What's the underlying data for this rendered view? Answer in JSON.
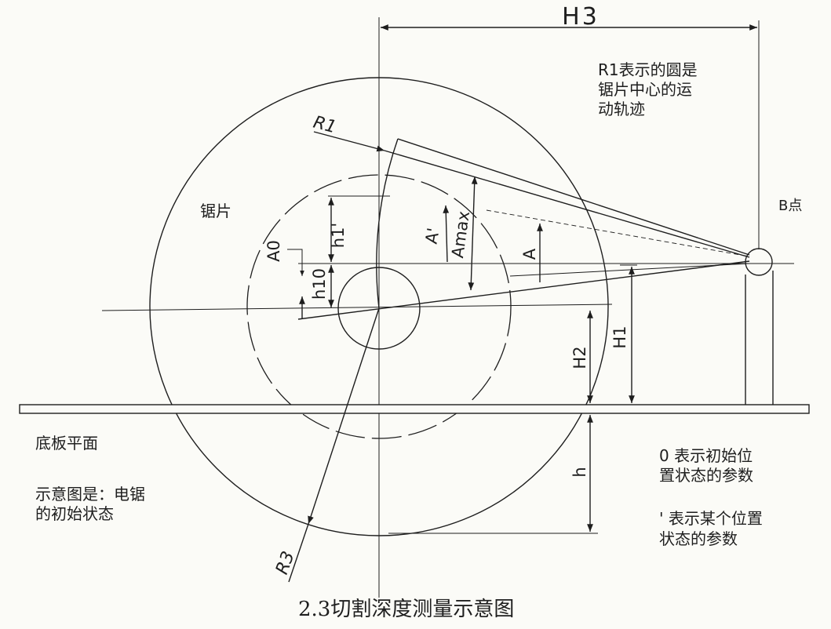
{
  "caption": "2.3切割深度测量示意图",
  "labels": {
    "H3": "H3",
    "R1": "R1",
    "R3": "R3",
    "A0": "A0",
    "h1p": "h1'",
    "h10": "h10",
    "Ap": "A'",
    "Amax": "Amax",
    "A": "A",
    "H1": "H1",
    "H2": "H2",
    "h": "h",
    "B": "B点",
    "blade": "锯片",
    "base": "底板平面"
  },
  "notes": {
    "r1_note": [
      "R1表示的圆是",
      "锯片中心的运",
      "动轨迹"
    ],
    "initial_state": [
      "示意图是：电锯",
      "的初始状态"
    ],
    "zero_note": [
      "0 表示初始位",
      "置状态的参数"
    ],
    "prime_note": [
      "' 表示某个位置",
      "状态的参数"
    ]
  },
  "colors": {
    "ink": "#1e1e1e",
    "paper": "#fbfbf7"
  }
}
